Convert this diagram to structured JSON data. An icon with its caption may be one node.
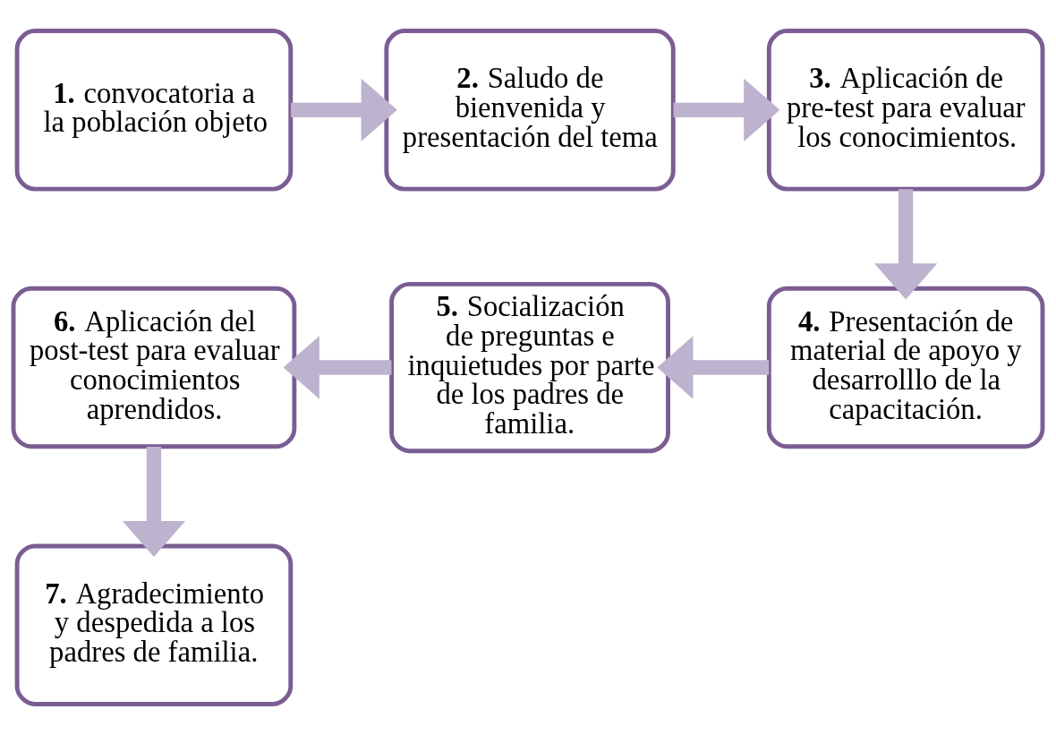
{
  "diagram": {
    "nodes": [
      {
        "text": [
          "**1.** convocatoria a la población objeto"
        ]
      },
      {
        "text": [
          "**2.** Saludo de bienvenida y presentación del tema"
        ]
      },
      {
        "text": [
          "**3.** Aplicación de pre-test para evaluar los conocimientos."
        ]
      },
      {
        "text": [
          "**4.** Presentación de material de apoyo y desarrolllo de la capacitación."
        ]
      },
      {
        "text": [
          "**5.** Socialización de preguntas e inquietudes por parte de los padres de familia."
        ]
      },
      {
        "text": [
          "**6.** Aplicación del post-test para evaluar conocimientos aprendidos."
        ]
      },
      {
        "text": [
          "**7.** Agradecimiento y despedida a los padres de familia."
        ]
      }
    ],
    "edges": [
      {
        "from": 0,
        "to": 1,
        "arrow": "to"
      },
      {
        "from": 1,
        "to": 2,
        "arrow": "to"
      },
      {
        "from": 2,
        "to": 3,
        "arrow": "to"
      },
      {
        "from": 3,
        "to": 4,
        "arrow": "to"
      },
      {
        "from": 4,
        "to": 5,
        "arrow": "to"
      },
      {
        "from": 5,
        "to": 6,
        "arrow": "to"
      }
    ]
  }
}
